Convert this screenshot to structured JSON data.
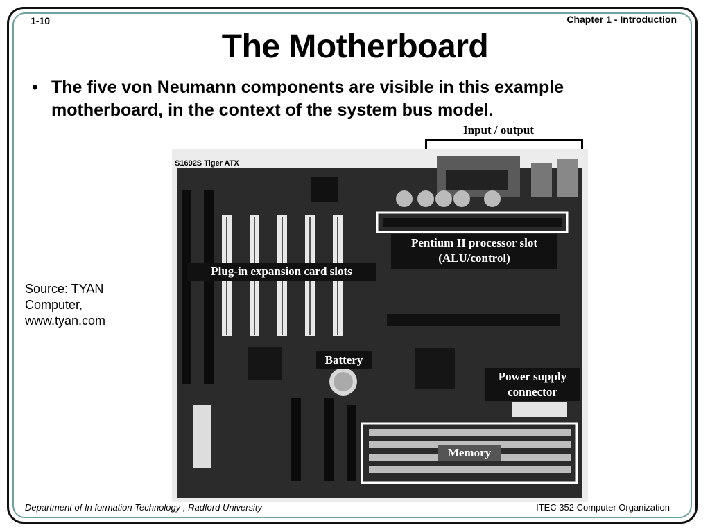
{
  "header": {
    "slide_number": "1-10",
    "chapter": "Chapter 1 - Introduction"
  },
  "title": "The Motherboard",
  "bullet": "The five von Neumann components are visible in this example motherboard, in the context of the system bus model.",
  "source": {
    "line1": "Source: TYAN",
    "line2": "Computer,",
    "line3": "www.tyan.com"
  },
  "figure": {
    "board_name": "S1692S Tiger ATX",
    "labels": {
      "io": "Input / output",
      "processor_1": "Pentium II processor slot",
      "processor_2": "(ALU/control)",
      "expansion": "Plug-in expansion card slots",
      "battery": "Battery",
      "power_1": "Power supply",
      "power_2": "connector",
      "memory": "Memory"
    }
  },
  "footer": {
    "left": "Department of In formation Technology , Radford University",
    "right": "ITEC 352 Computer Organization"
  }
}
